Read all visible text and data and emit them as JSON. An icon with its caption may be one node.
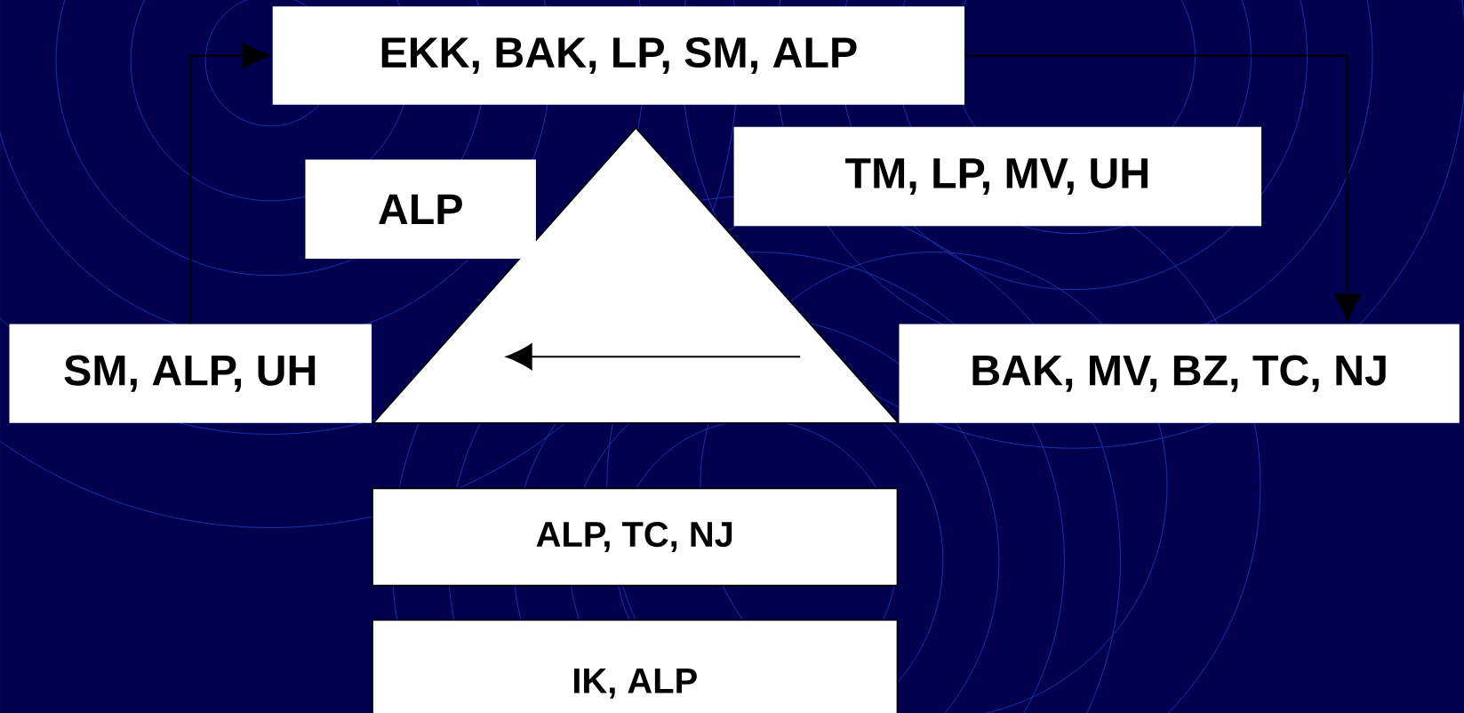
{
  "diagram": {
    "nodes": [
      {
        "text": [
          "EKK, BAK, LP, SM, ALP"
        ]
      },
      {
        "text": [
          "ALP"
        ]
      },
      {
        "text": [
          "TM, LP, MV, UH"
        ]
      },
      {
        "text": [
          "SM, ALP, UH"
        ]
      },
      {
        "text": [],
        "shape": "triangle"
      },
      {
        "text": [
          "BAK, MV, BZ, TC, NJ"
        ]
      },
      {
        "text": [
          "ALP, TC, NJ"
        ]
      },
      {
        "text": [
          "IK, ALP"
        ]
      }
    ],
    "edges": [
      {
        "from": 3,
        "to": 0,
        "arrow": "to"
      },
      {
        "from": 0,
        "to": 5,
        "arrow": "to"
      }
    ]
  }
}
